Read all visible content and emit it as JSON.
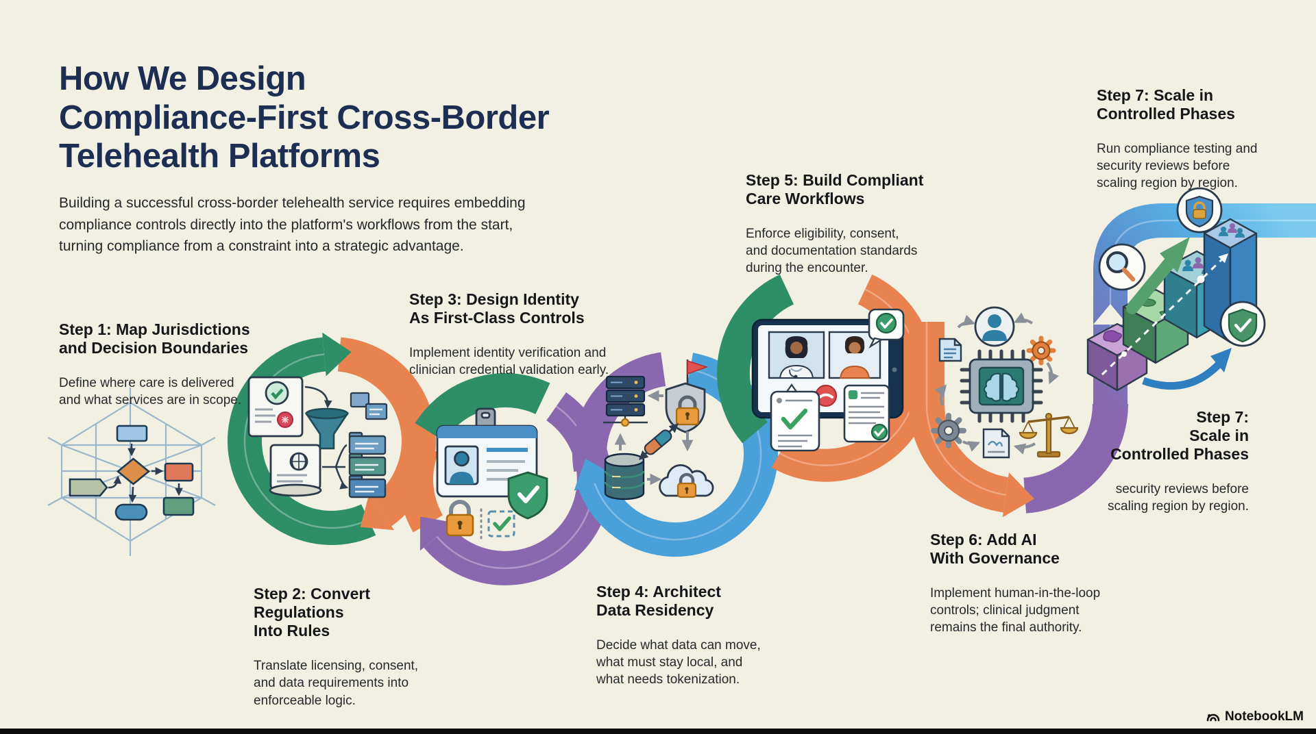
{
  "header": {
    "title": "How We Design\nCompliance-First Cross-Border\nTelehealth Platforms",
    "intro": "Building a successful cross-border telehealth service requires embedding\ncompliance controls directly into the platform's workflows from the start,\nturning compliance from a constraint into a strategic advantage."
  },
  "steps": [
    {
      "title": "Step 1: Map Jurisdictions\nand Decision Boundaries",
      "body": "Define where care is delivered\nand what services are in scope."
    },
    {
      "title": "Step 2: Convert\nRegulations\nInto Rules",
      "body": "Translate licensing, consent,\nand data requirements into\nenforceable logic."
    },
    {
      "title": "Step 3: Design Identity\nAs First-Class Controls",
      "body": "Implement identity verification and\nclinician credential validation early."
    },
    {
      "title": "Step 4: Architect\nData Residency",
      "body": "Decide what data can move,\nwhat must stay local, and\nwhat needs tokenization."
    },
    {
      "title": "Step 5: Build Compliant\nCare Workflows",
      "body": "Enforce eligibility, consent,\nand documentation standards\nduring the encounter."
    },
    {
      "title": "Step 6: Add AI\nWith Governance",
      "body": "Implement human-in-the-loop\ncontrols; clinical judgment\nremains the final authority."
    },
    {
      "title": "Step 7: Scale in\nControlled Phases",
      "body": "Run compliance testing and\nsecurity reviews before\nscaling region by region."
    }
  ],
  "step7_side": {
    "title": "Step 7:\nScale in\nControlled Phases",
    "body": "security reviews before\nscaling region by region."
  },
  "footer": {
    "brand": "NotebookLM"
  },
  "colors": {
    "background": "#f2f0e3",
    "title_navy": "#1d2e52",
    "heading_text": "#141619",
    "body_text": "#26282d",
    "ring_green": "#2e8e68",
    "ring_orange": "#e8824e",
    "ring_purple": "#8a68b0",
    "ring_blue": "#4aa0d8",
    "band_light_blue": "#7ccaee",
    "status_green": "#3a9d6b",
    "alert_red": "#e05252",
    "lock_orange": "#e89a3c",
    "scales_gold": "#c89a3a",
    "footer_bar": "#0c0c0c"
  },
  "icons": {
    "step1": [
      "jurisdiction-lattice",
      "flowchart-diamond",
      "flowchart-nodes"
    ],
    "loop2": [
      "regulation-scroll-icon",
      "globe-scroll-icon",
      "funnel-icon",
      "folder-icons"
    ],
    "loop3": [
      "id-badge-icon",
      "padlock-icon",
      "shield-check-icon",
      "scan-check-icon"
    ],
    "loop4": [
      "server-rack-icon",
      "shield-lock-flag-icon",
      "database-icon",
      "cloud-lock-icon",
      "token-transfer-icon"
    ],
    "step5": [
      "tablet-video-call",
      "doctor-avatar",
      "patient-avatar",
      "check-bubble-icon",
      "end-call-icon",
      "checklist-cards"
    ],
    "loop6": [
      "ai-brain-chip-icon",
      "person-avatar-icon",
      "gear-icons",
      "scales-of-justice-icon",
      "document-icons"
    ],
    "step7": [
      "growth-cubes",
      "magnifier-badge-icon",
      "shield-lock-badge-icon",
      "shield-check-badge-icon",
      "growth-arrow-icon"
    ],
    "footer": [
      "notebooklm-logo-icon"
    ]
  }
}
